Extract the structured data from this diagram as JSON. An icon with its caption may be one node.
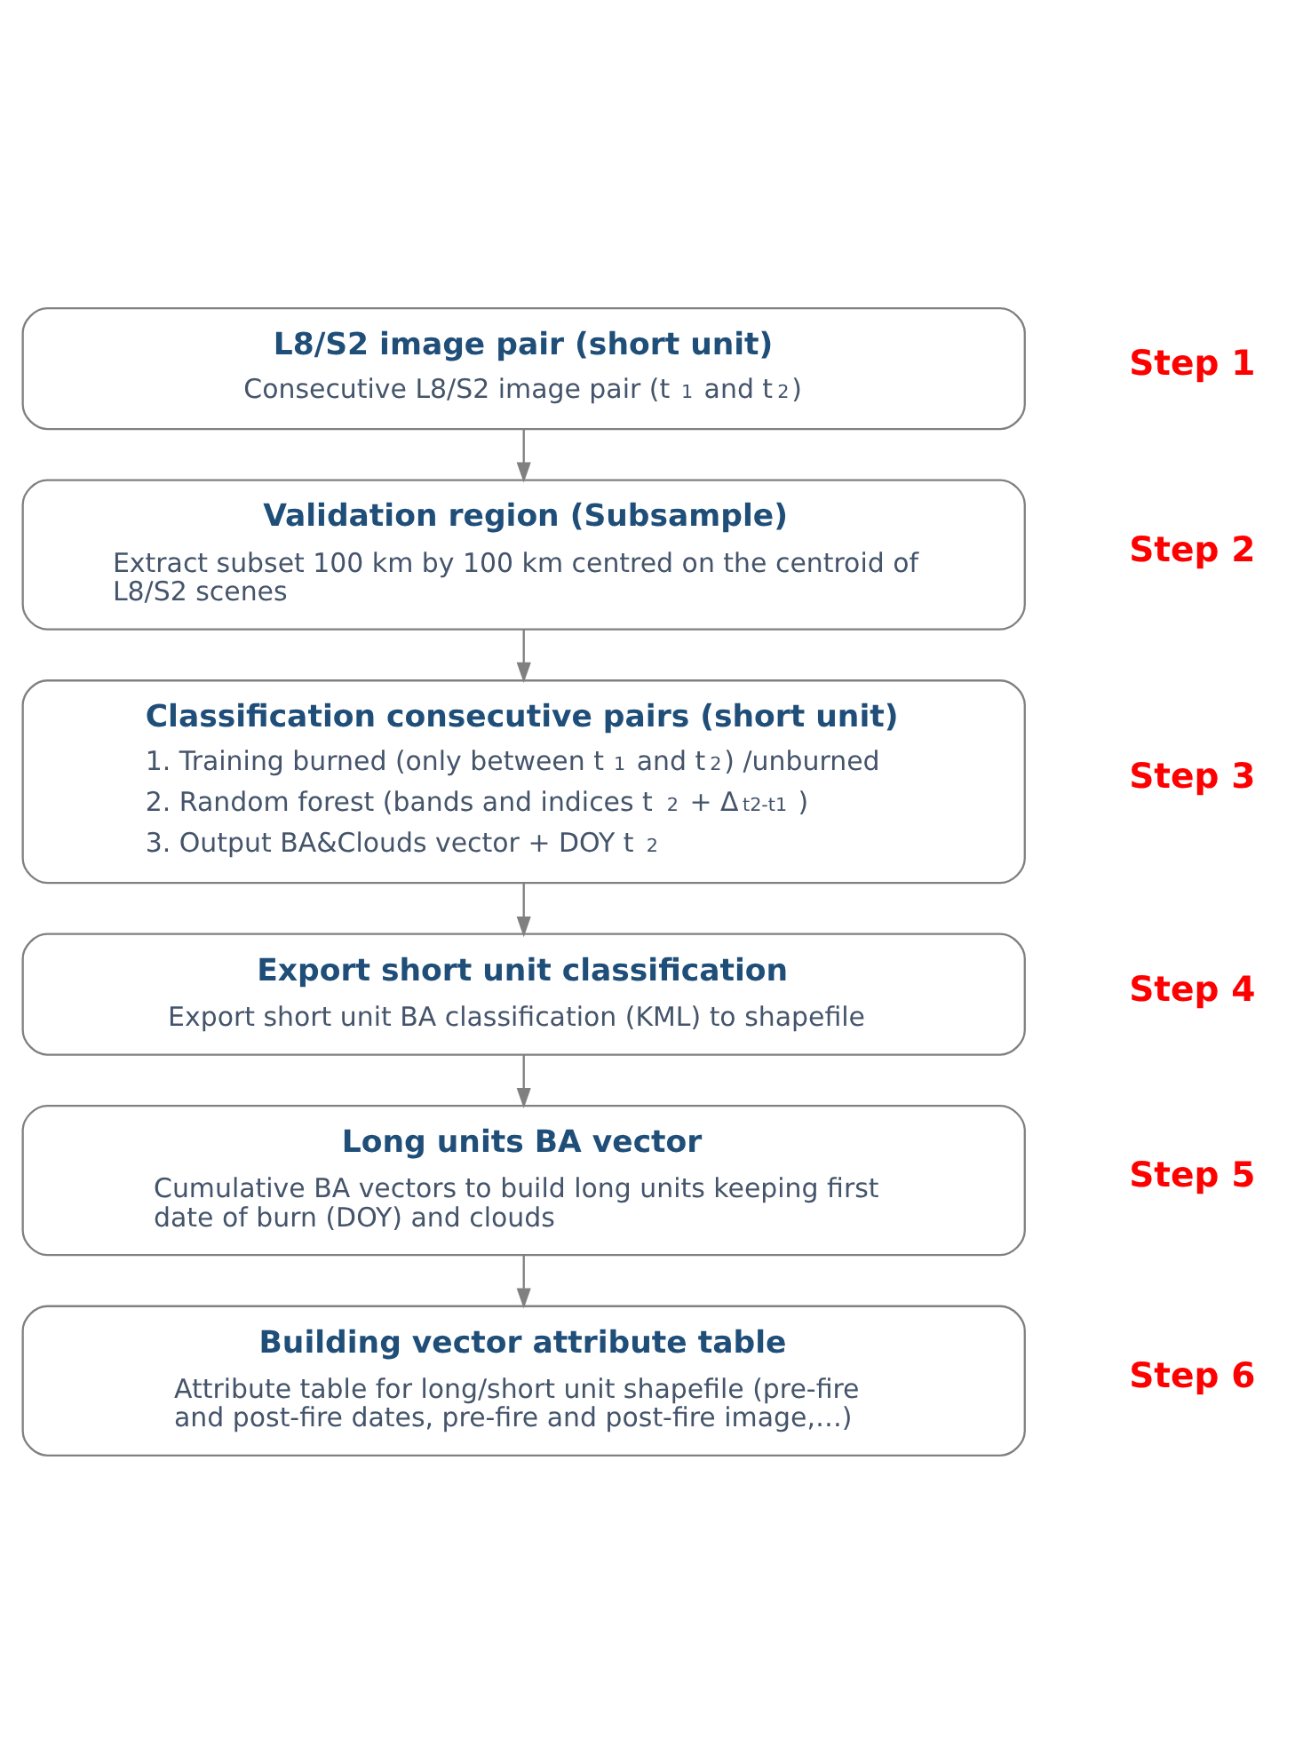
{
  "diagram": {
    "nodes": [
      {
        "text": [
          "L8/S2 image pair (short unit)",
          "Consecutive L8/S2 image pair (t$_{1}$ and t$_{2}$)"
        ],
        "beside": [
          "Step 1"
        ]
      },
      {
        "text": [
          "Validation region (Subsample)",
          "Extract subset 100 km by 100 km centred on the centroid of L8/S2 scenes"
        ],
        "beside": [
          "Step 2"
        ]
      },
      {
        "text": [
          "Classification consecutive pairs (short unit)",
          "1. Training burned (only between t$_{1}$ and t$_{2}$) /unburned",
          "2. Random forest (bands and indices t$_{2}$ + Δ$_{t2-t1}$ )",
          "3. Output BA&Clouds vector + DOY t$_{2}$"
        ],
        "beside": [
          "Step 3"
        ]
      },
      {
        "text": [
          "Export short unit classification",
          "Export short unit BA classification (KML) to shapefile"
        ],
        "beside": [
          "Step 4"
        ]
      },
      {
        "text": [
          "Long units BA vector",
          "Cumulative BA vectors to build long units keeping first date of burn (DOY) and clouds"
        ],
        "beside": [
          "Step 5"
        ]
      },
      {
        "text": [
          "Building vector attribute table",
          "Attribute table for long/short unit shapefile (pre-fire and post-fire dates, pre-fire and post-fire image,…)"
        ],
        "beside": [
          "Step 6"
        ]
      }
    ],
    "edges": [
      {
        "from": 0,
        "to": 1,
        "arrow": "to"
      },
      {
        "from": 1,
        "to": 2,
        "arrow": "to"
      },
      {
        "from": 2,
        "to": 3,
        "arrow": "to"
      },
      {
        "from": 3,
        "to": 4,
        "arrow": "to"
      },
      {
        "from": 4,
        "to": 5,
        "arrow": "to"
      }
    ]
  }
}
